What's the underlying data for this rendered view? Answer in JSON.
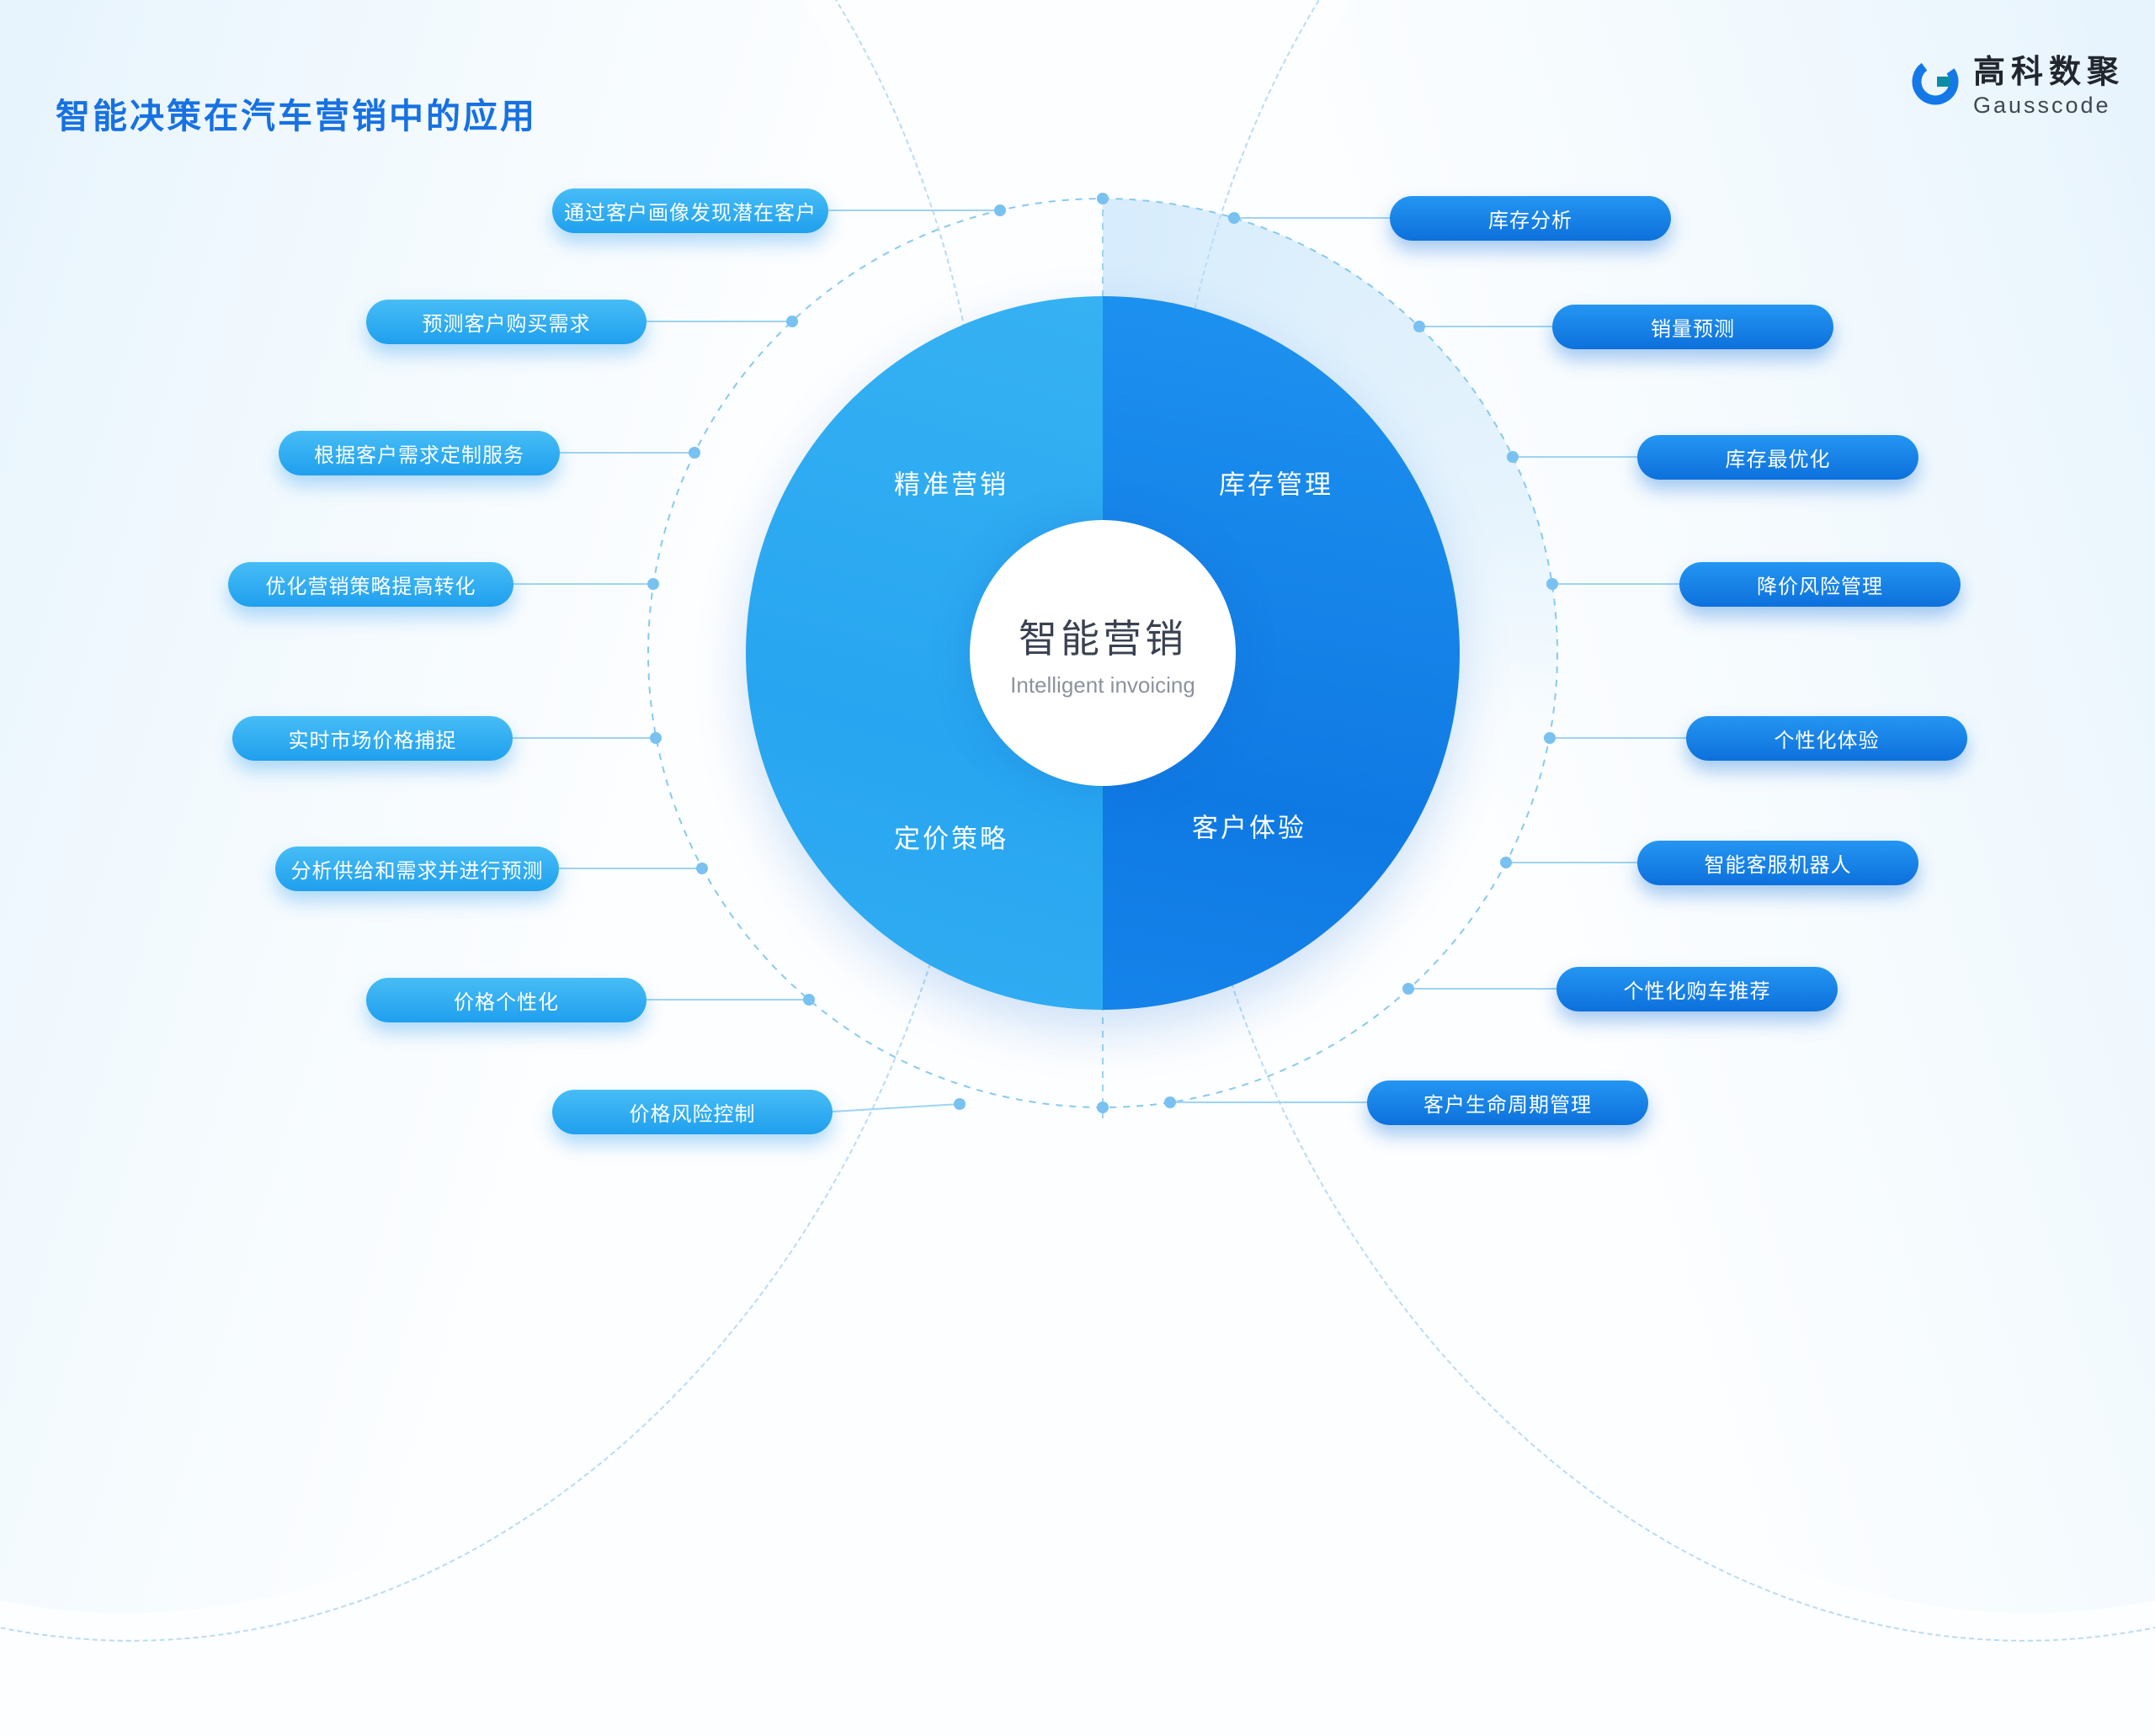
{
  "title": "智能决策在汽车营销中的应用",
  "logo": {
    "name": "高科数聚",
    "subtitle": "Gausscode"
  },
  "center": {
    "title": "智能营销",
    "subtitle": "Intelligent invoicing"
  },
  "quadrants": {
    "top_left": "精准营销",
    "top_right": "库存管理",
    "bottom_left": "定价策略",
    "bottom_right": "客户体验"
  },
  "pills": {
    "left": [
      {
        "label": "通过客户画像发现潜在客户"
      },
      {
        "label": "预测客户购买需求"
      },
      {
        "label": "根据客户需求定制服务"
      },
      {
        "label": "优化营销策略提高转化"
      },
      {
        "label": "实时市场价格捕捉"
      },
      {
        "label": "分析供给和需求并进行预测"
      },
      {
        "label": "价格个性化"
      },
      {
        "label": "价格风险控制"
      }
    ],
    "right": [
      {
        "label": "库存分析"
      },
      {
        "label": "销量预测"
      },
      {
        "label": "库存最优化"
      },
      {
        "label": "降价风险管理"
      },
      {
        "label": "个性化体验"
      },
      {
        "label": "智能客服机器人"
      },
      {
        "label": "个性化购车推荐"
      },
      {
        "label": "客户生命周期管理"
      }
    ]
  },
  "colors": {
    "title_blue": "#1771e2",
    "segment_light": "#29a8f0",
    "segment_dark": "#0f79e3",
    "connector": "#8ecbf2"
  }
}
